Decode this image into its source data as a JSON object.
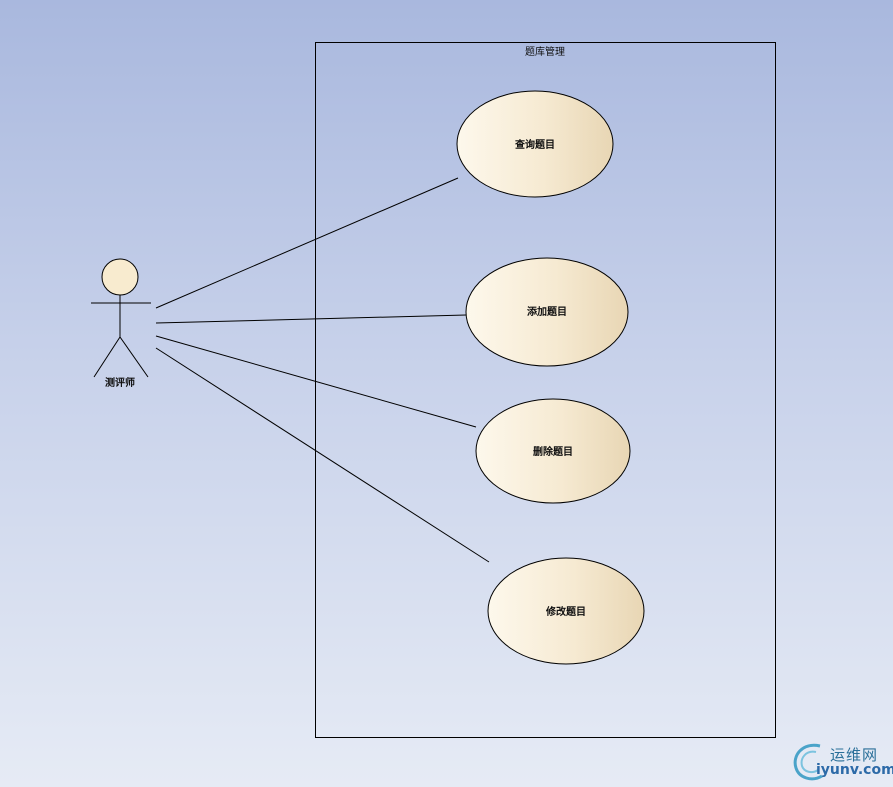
{
  "system": {
    "title": "题库管理"
  },
  "actor": {
    "name": "测评师"
  },
  "use_cases": [
    {
      "label": "查询题目"
    },
    {
      "label": "添加题目"
    },
    {
      "label": "删除题目"
    },
    {
      "label": "修改题目"
    }
  ],
  "colors": {
    "ellipse_fill_light": "#fdf7ea",
    "ellipse_fill_dark": "#ead9b8",
    "stroke": "#000000"
  },
  "watermark": {
    "cn": "运维网",
    "en": "iyunv.com"
  }
}
